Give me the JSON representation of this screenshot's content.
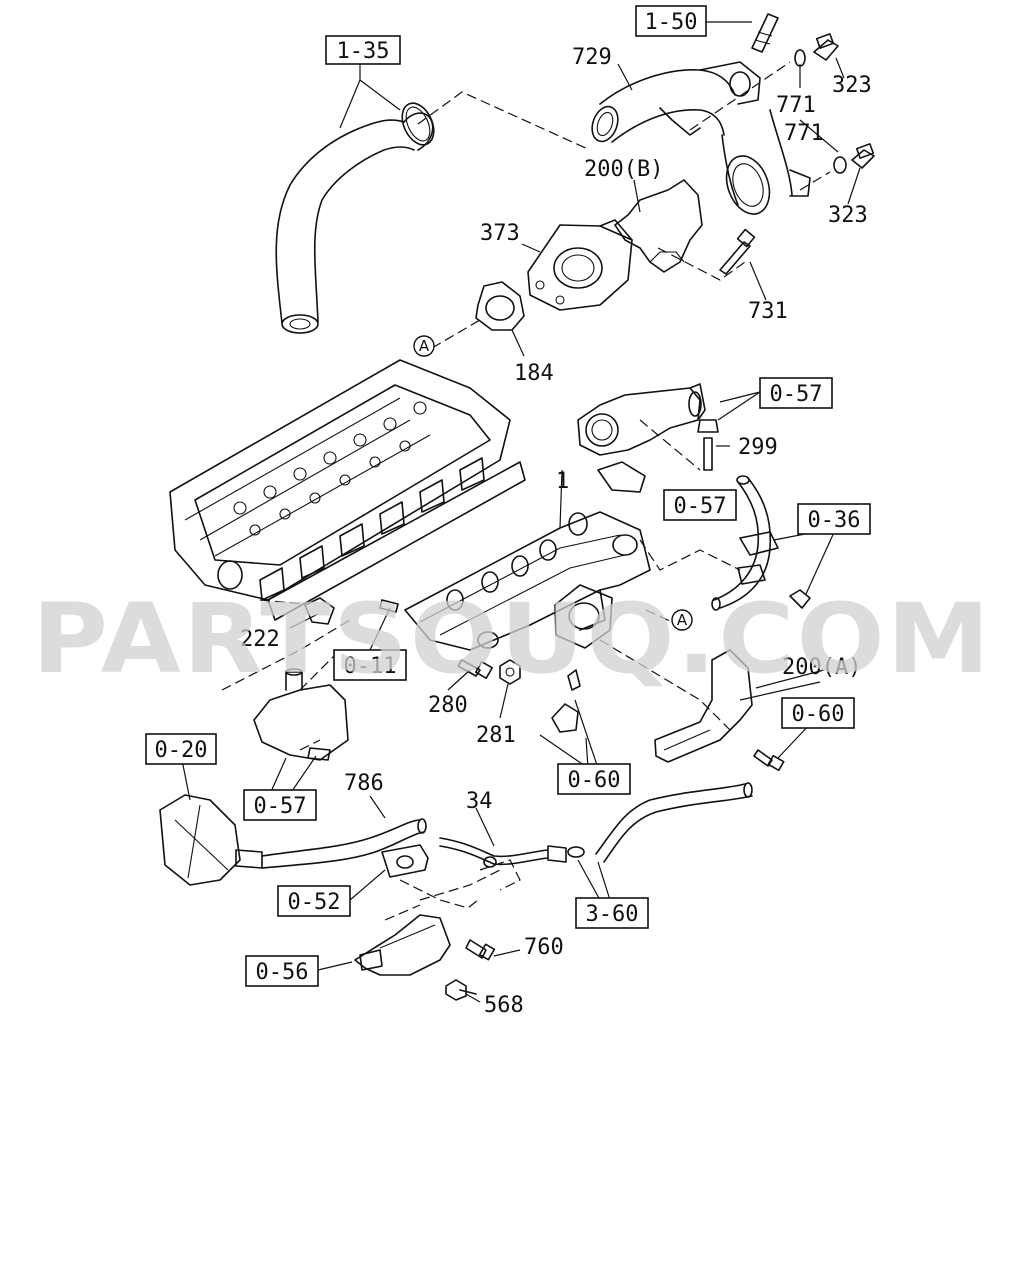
{
  "watermark": "PARTSOUQ.COM",
  "callouts": {
    "c1_50": "1-50",
    "c1_35": "1-35",
    "c0_57_a": "0-57",
    "c0_57_b": "0-57",
    "c0_57_c": "0-57",
    "c0_36": "0-36",
    "c0_11": "0-11",
    "c0_60_a": "0-60",
    "c0_60_b": "0-60",
    "c0_20": "0-20",
    "c0_52": "0-52",
    "c0_56": "0-56",
    "c3_60": "3-60"
  },
  "parts": {
    "p729": "729",
    "p323_a": "323",
    "p771_a": "771",
    "p771_b": "771",
    "p323_b": "323",
    "p200b": "200(B)",
    "p373": "373",
    "p731": "731",
    "p184": "184",
    "p299": "299",
    "p1": "1",
    "p222": "222",
    "p280": "280",
    "p281": "281",
    "p200a": "200(A)",
    "p786": "786",
    "p34": "34",
    "p760": "760",
    "p568": "568"
  },
  "connectors": {
    "a1": "A",
    "a2": "A"
  }
}
